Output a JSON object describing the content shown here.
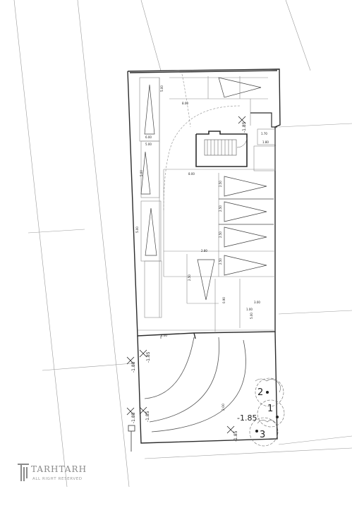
{
  "drawing": {
    "level_marks": [
      "-1.85",
      "-1.85",
      "-1.85",
      "-1.85",
      "-1.85",
      "-1.85"
    ],
    "big_level_label": "-1.85",
    "tree_numbers": [
      "1",
      "2",
      "3"
    ],
    "dims": {
      "top_ramp": "8.00",
      "width_a": "6.00",
      "width_b": "5.00",
      "mid_width": "8.00",
      "small_a": "1.70",
      "small_b": "1.80",
      "span_a": "2.80",
      "span_b": "3.00",
      "gate": "4.00",
      "side_a": "5.00",
      "side_b": "5.00",
      "side_c": "5.00",
      "side_d": "2.50",
      "side_e": "2.50",
      "side_f": "2.50",
      "side_g": "2.50",
      "side_h": "2.50",
      "lower": "5.00",
      "ramp": "2.00",
      "post": "1.00",
      "post_b": "0.90"
    }
  },
  "logo": {
    "brand": "TARHTARH",
    "rights": "ALL RIGHT RESERVED"
  },
  "colors": {
    "line": "#2b2b2b",
    "thin": "#8c8c8c",
    "faint": "#b5b5b5",
    "logo": "#8a8a8a"
  }
}
